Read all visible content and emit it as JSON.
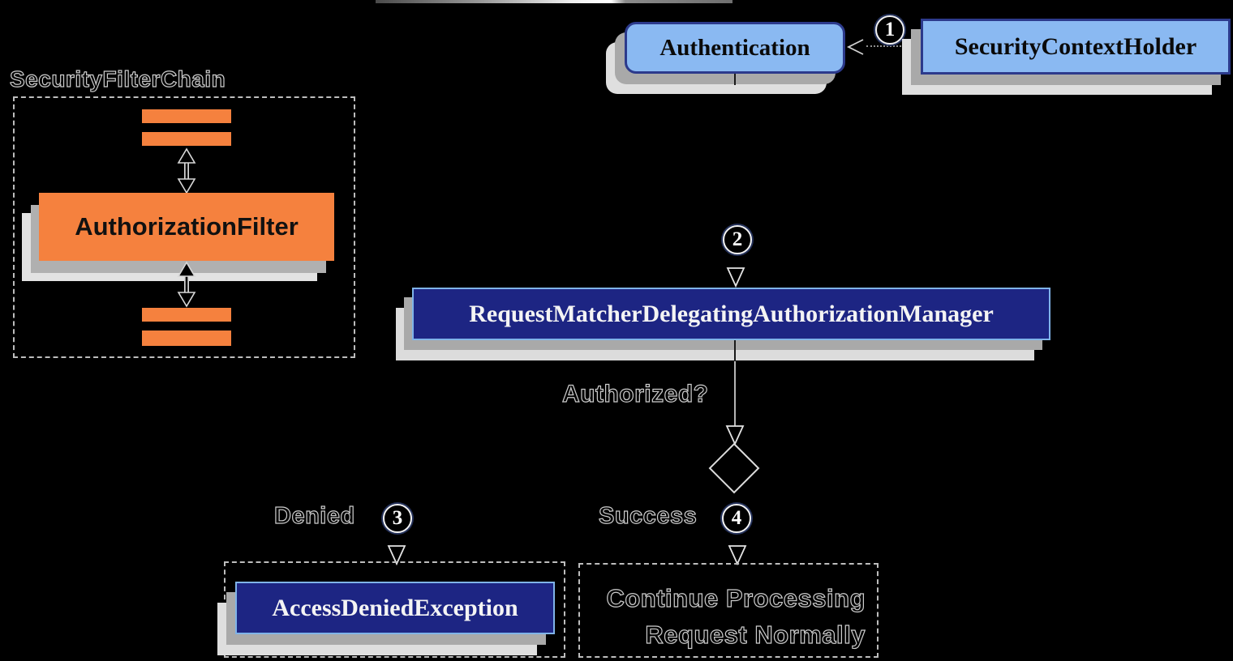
{
  "filter_chain": {
    "title": "SecurityFilterChain",
    "authorization_filter": "AuthorizationFilter"
  },
  "top": {
    "authentication": "Authentication",
    "security_context_holder": "SecurityContextHolder"
  },
  "manager": {
    "label": "RequestMatcherDelegatingAuthorizationManager"
  },
  "decision": {
    "question": "Authorized?",
    "denied": "Denied",
    "success": "Success"
  },
  "outcomes": {
    "access_denied": "AccessDeniedException",
    "continue_line1": "Continue Processing",
    "continue_line2": "Request Normally"
  },
  "steps": {
    "one": "1",
    "two": "2",
    "three": "3",
    "four": "4"
  },
  "colors": {
    "background": "#000000",
    "light_blue_fill": "#8ab9f2",
    "light_blue_box_border": "#2c3a8c",
    "navy_fill": "#1d2583",
    "navy_box_border": "#7fb3e8",
    "orange": "#f5813e",
    "shadow_gray": "#a9a9a9",
    "shadow_light": "#dfdfdf",
    "line_halo": "#cccccc"
  }
}
